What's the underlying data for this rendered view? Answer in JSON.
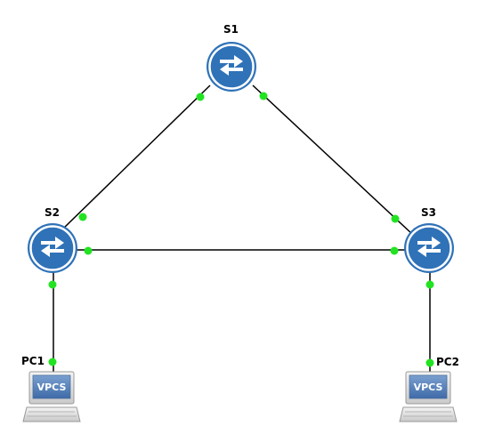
{
  "nodes": {
    "s1": {
      "label": "S1",
      "icon": "switch-icon"
    },
    "s2": {
      "label": "S2",
      "icon": "switch-icon"
    },
    "s3": {
      "label": "S3",
      "icon": "switch-icon"
    },
    "pc1": {
      "label": "PC1",
      "icon": "vpcs-icon",
      "screen_text": "VPCS"
    },
    "pc2": {
      "label": "PC2",
      "icon": "vpcs-icon",
      "screen_text": "VPCS"
    }
  },
  "links": [
    {
      "from": "S1",
      "to": "S2"
    },
    {
      "from": "S1",
      "to": "S3"
    },
    {
      "from": "S2",
      "to": "S3"
    },
    {
      "from": "S2",
      "to": "PC1"
    },
    {
      "from": "S3",
      "to": "PC2"
    }
  ],
  "colors": {
    "link": "#000000",
    "port_status": "#22e322",
    "switch_fill": "#2f72b8",
    "switch_ring": "#ffffff",
    "vpcs_screen": "#5b87bf"
  }
}
